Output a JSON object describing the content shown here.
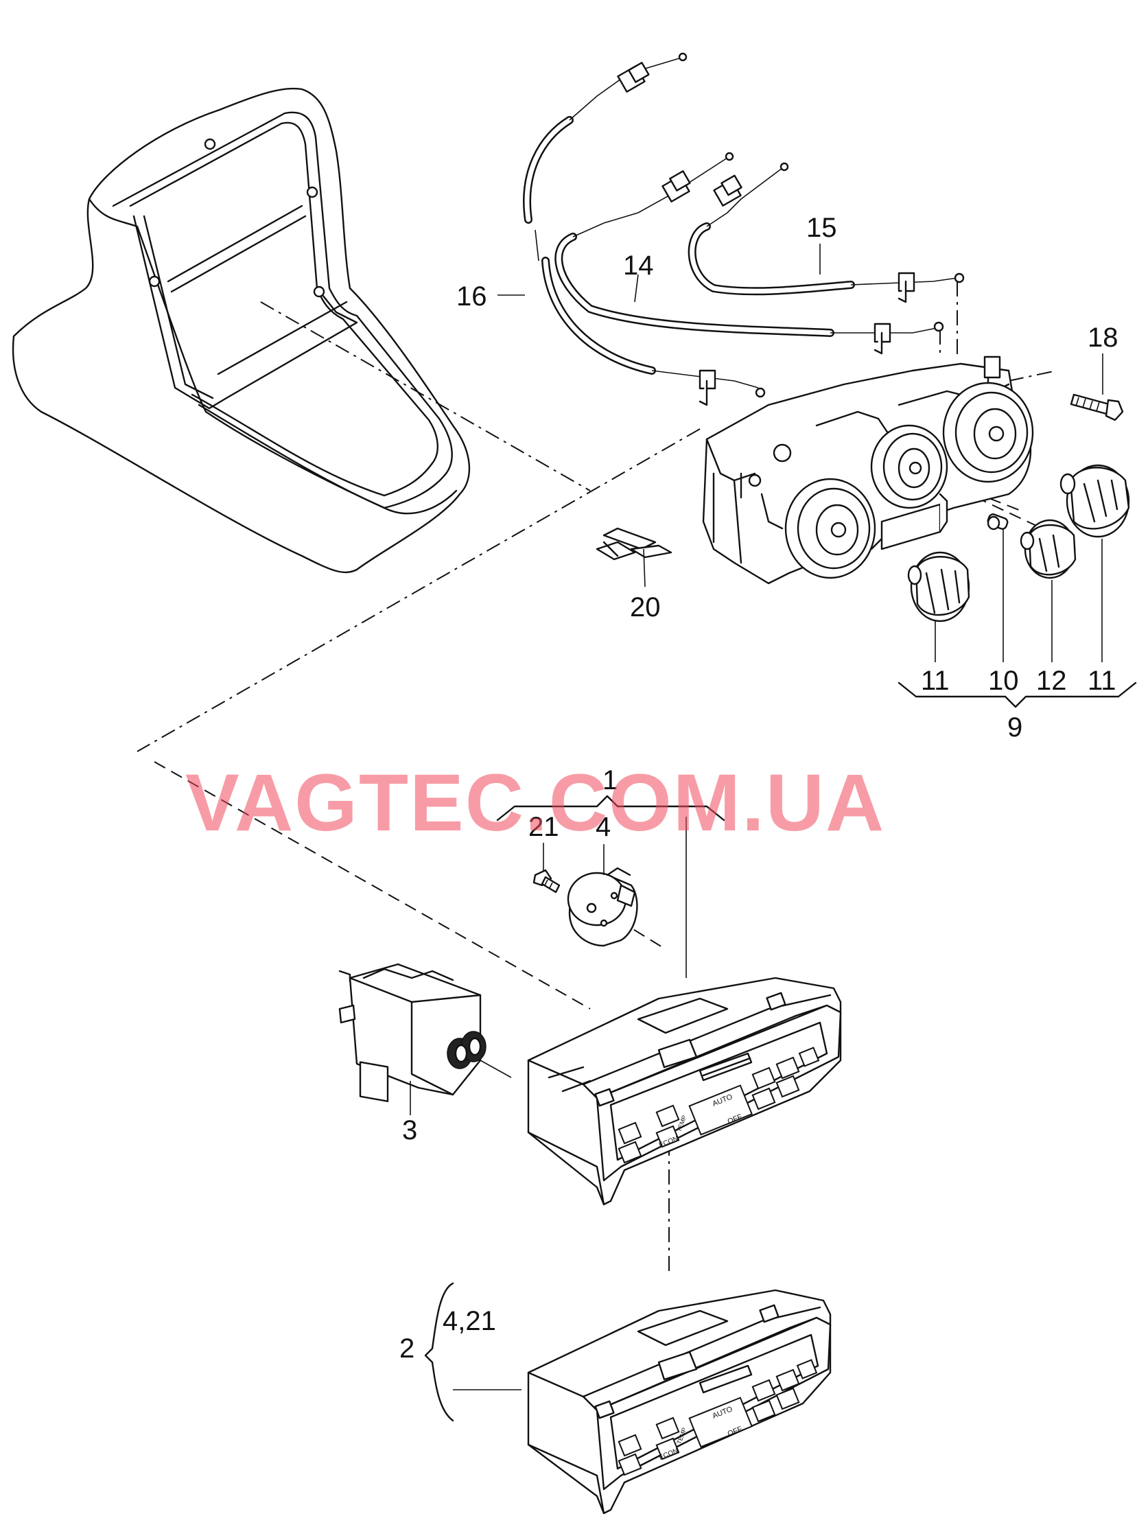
{
  "watermark": "VAGTEC.COM.UA",
  "callouts": {
    "c1": "1",
    "c2": "2",
    "c3": "3",
    "c4": "4",
    "c4_21": "4,21",
    "c9": "9",
    "c10": "10",
    "c11a": "11",
    "c11b": "11",
    "c12": "12",
    "c14": "14",
    "c15": "15",
    "c16": "16",
    "c18": "18",
    "c20": "20",
    "c21": "21"
  },
  "panel_labels": {
    "auto": "AUTO",
    "off": "OFF",
    "econ": "ECON",
    "temp": "TEMP"
  }
}
